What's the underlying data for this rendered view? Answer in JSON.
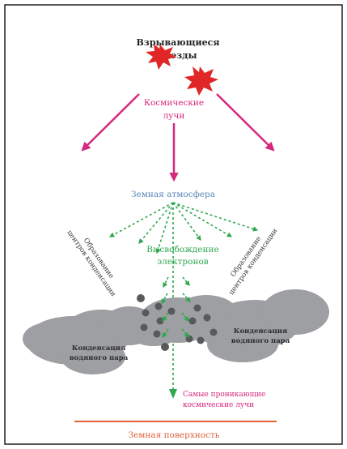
{
  "diagram": {
    "title": {
      "line1": "Взрывающиеся",
      "line2": "звезды"
    },
    "cosmic_rays": {
      "line1": "Космические",
      "line2": "лучи"
    },
    "atmosphere": "Земная атмосфера",
    "release": {
      "line1": "Высвобождение",
      "line2": "электронов"
    },
    "nuclei_left": {
      "line1": "Образование",
      "line2": "центров конденсации"
    },
    "nuclei_right": {
      "line1": "Образование",
      "line2": "центров конденсации"
    },
    "cloud_left": {
      "line1": "Конденсация",
      "line2": "водяного пара"
    },
    "cloud_right": {
      "line1": "Конденсация",
      "line2": "водяного пара"
    },
    "penetrating": {
      "line1": "Самые проникающие",
      "line2": "космические лучи"
    },
    "surface": "Земная поверхность",
    "colors": {
      "title": "#231f20",
      "cosmic": "#d6287d",
      "atmosphere": "#5b86b8",
      "green": "#2ea84f",
      "dark": "#3a3a3a",
      "star": "#e02626",
      "surface": "#e0603b",
      "cloud": "#9d9fa2",
      "dot": "#58595b"
    },
    "icons": [
      "explosion-star-icon",
      "explosion-star-icon"
    ]
  }
}
